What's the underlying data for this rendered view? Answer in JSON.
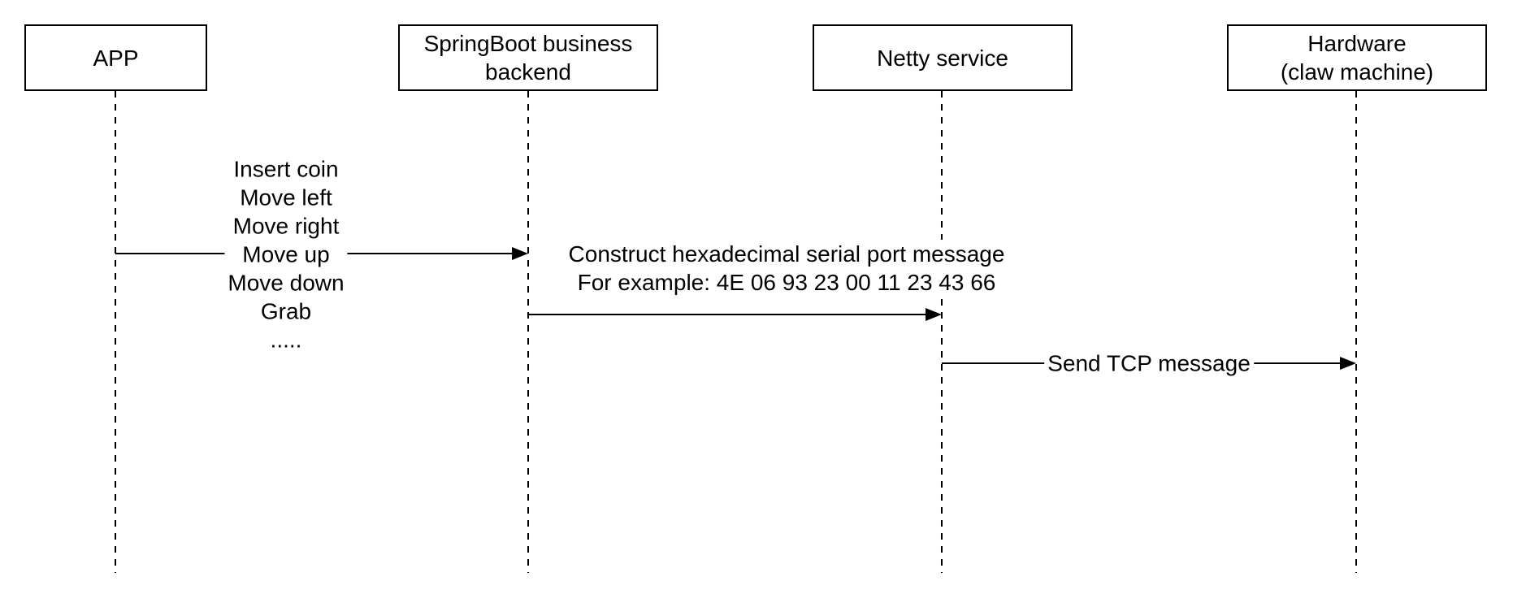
{
  "diagram": {
    "type": "sequence-diagram",
    "colors": {
      "background": "#ffffff",
      "stroke": "#000000",
      "text": "#000000"
    },
    "actors": [
      {
        "id": "app",
        "label": "APP"
      },
      {
        "id": "springboot-backend",
        "label": "SpringBoot business\nbackend"
      },
      {
        "id": "netty-service",
        "label": "Netty service"
      },
      {
        "id": "hardware",
        "label": "Hardware\n(claw machine)"
      }
    ],
    "messages": [
      {
        "from": "app",
        "to": "springboot-backend",
        "label": "Insert coin\nMove left\nMove right\nMove up\nMove down\nGrab\n....."
      },
      {
        "from": "springboot-backend",
        "to": "netty-service",
        "label": "Construct hexadecimal serial port message\nFor example: 4E 06 93 23 00 11 23 43 66"
      },
      {
        "from": "netty-service",
        "to": "hardware",
        "label": "Send TCP message"
      }
    ]
  }
}
